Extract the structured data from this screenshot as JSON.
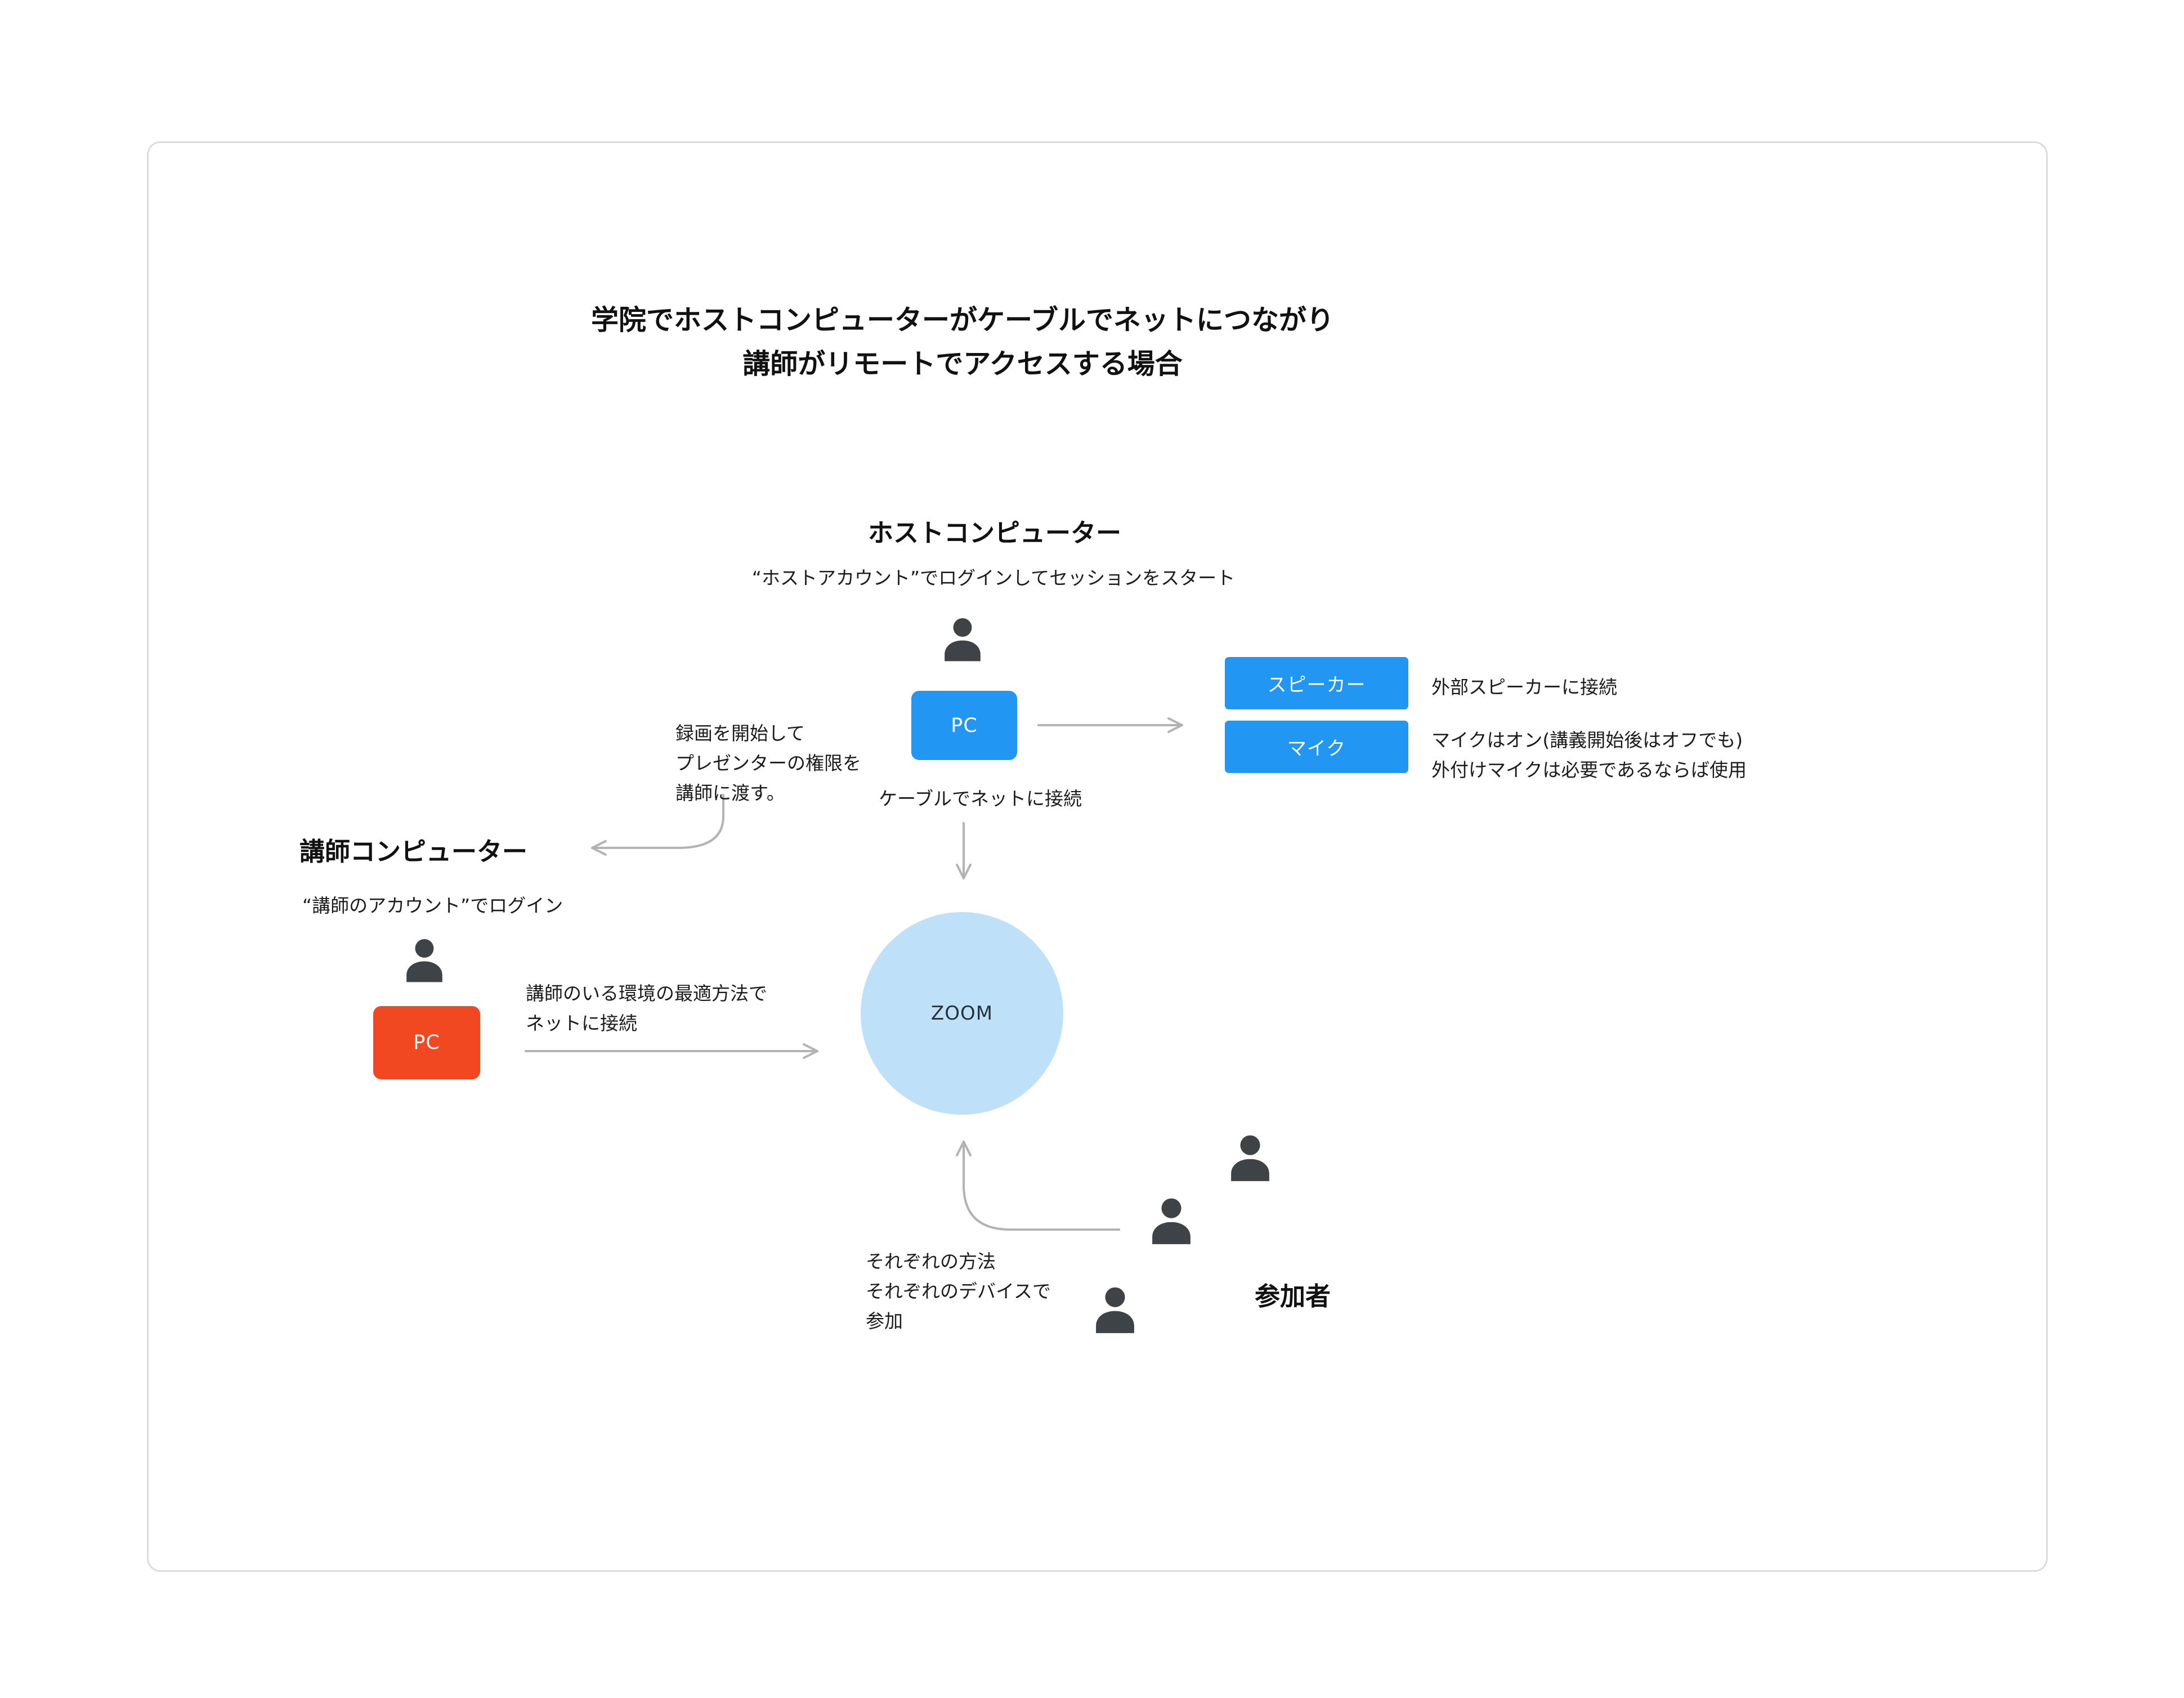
{
  "diagram": {
    "title_line1": "学院でホストコンピューターがケーブルでネットにつながり",
    "title_line2": "講師がリモートでアクセスする場合",
    "host": {
      "heading": "ホストコンピューター",
      "subheading": "“ホストアカウント”でログインしてセッションをスタート",
      "pc_label": "PC",
      "cable_note": "ケーブルでネットに接続",
      "record_note_lines": [
        "録画を開始して",
        "プレゼンターの権限を",
        "講師に渡す。"
      ]
    },
    "peripherals": {
      "speaker_label": "スピーカー",
      "speaker_note": "外部スピーカーに接続",
      "mic_label": "マイク",
      "mic_note_line1": "マイクはオン(講義開始後はオフでも)",
      "mic_note_line2": "外付けマイクは必要であるならば使用"
    },
    "instructor": {
      "heading": "講師コンピューター",
      "subheading": "“講師のアカウント”でログイン",
      "pc_label": "PC",
      "connect_note_line1": "講師のいる環境の最適方法で",
      "connect_note_line2": "ネットに接続"
    },
    "zoom": {
      "label": "ZOOM"
    },
    "participants": {
      "heading": "参加者",
      "join_note_lines": [
        "それぞれの方法",
        "それぞれのデバイスで",
        "参加"
      ]
    },
    "colors": {
      "blue": "#2196F3",
      "light_blue": "#BEE0F8",
      "red": "#F24822",
      "person": "#3E4347",
      "arrow": "#B3B3B3"
    }
  }
}
